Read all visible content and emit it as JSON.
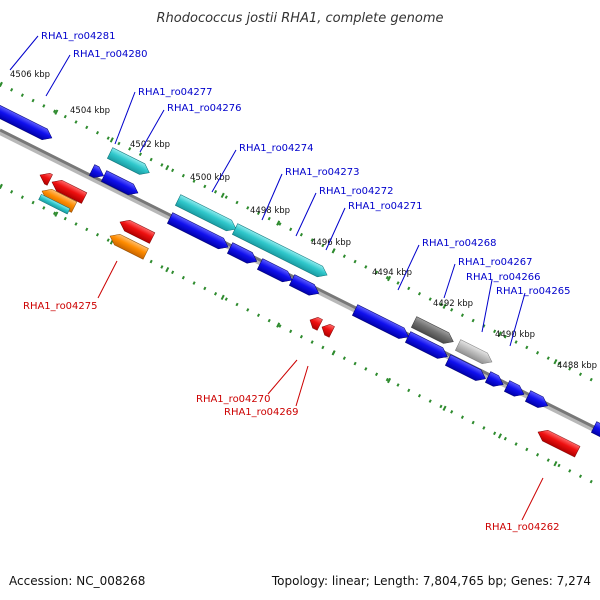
{
  "title": "Rhodococcus jostii RHA1, complete genome",
  "footer": {
    "accession": "Accession: NC_008268",
    "stats": "Topology: linear; Length: 7,804,765 bp; Genes: 7,274"
  },
  "colors": {
    "forward_cds": "#1010ee",
    "forward_highlight": "#30c8cc",
    "reverse_cds": "#ee1010",
    "reverse_highlight": "#ff8c00",
    "pseudo_dark": "#707070",
    "pseudo_light": "#bcbcbc",
    "backbone": "#808080",
    "tick": "#2e8b2e",
    "label_forward": "#0000cc",
    "label_reverse": "#cc0000"
  },
  "scale_labels": [
    "4506 kbp",
    "4504 kbp",
    "4502 kbp",
    "4500 kbp",
    "4498 kbp",
    "4496 kbp",
    "4494 kbp",
    "4492 kbp",
    "4490 kbp",
    "4488 kbp"
  ],
  "gene_labels_forward": [
    "RHA1_ro04281",
    "RHA1_ro04280",
    "RHA1_ro04277",
    "RHA1_ro04276",
    "RHA1_ro04274",
    "RHA1_ro04273",
    "RHA1_ro04272",
    "RHA1_ro04271",
    "RHA1_ro04268",
    "RHA1_ro04267",
    "RHA1_ro04266",
    "RHA1_ro04265"
  ],
  "gene_labels_reverse": [
    "RHA1_ro04275",
    "RHA1_ro04270",
    "RHA1_ro04269",
    "RHA1_ro04262"
  ]
}
